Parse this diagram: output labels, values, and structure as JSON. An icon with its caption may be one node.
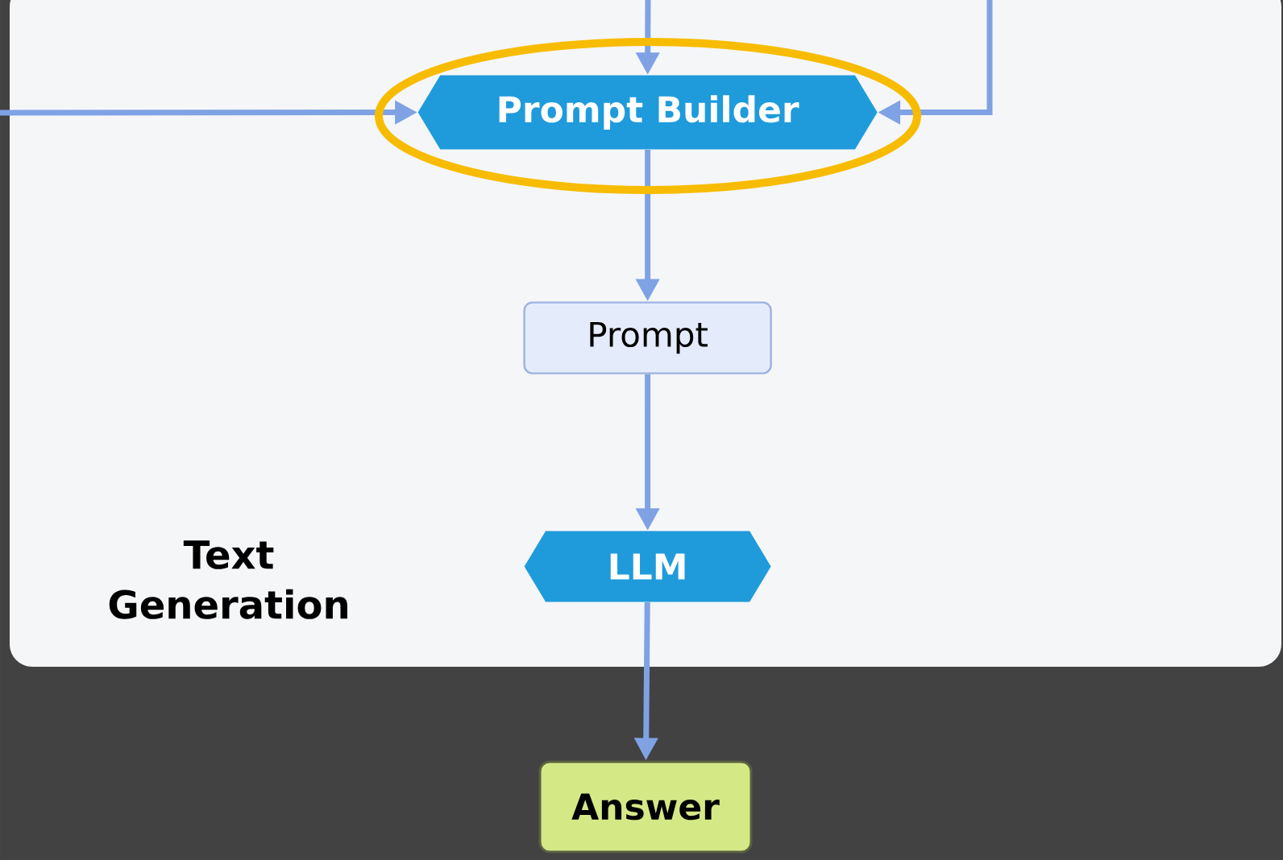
{
  "diagram": {
    "nodes": [
      {
        "text": [
          "Text Generation"
        ]
      },
      {
        "text": [
          "Prompt Builder"
        ],
        "in": 0
      },
      {
        "text": [
          "Prompt"
        ],
        "in": 0
      },
      {
        "text": [
          "LLM"
        ],
        "in": 0
      },
      {
        "text": [
          "Answer"
        ]
      }
    ],
    "edges": [
      {
        "from": null,
        "to": 1,
        "arrow": "to"
      },
      {
        "from": null,
        "to": 1,
        "arrow": "to"
      },
      {
        "from": null,
        "to": 1,
        "arrow": "to"
      },
      {
        "from": 1,
        "to": 2,
        "arrow": "to"
      },
      {
        "from": 2,
        "to": 3,
        "arrow": "to"
      },
      {
        "from": 3,
        "to": 4,
        "arrow": "to"
      }
    ]
  }
}
